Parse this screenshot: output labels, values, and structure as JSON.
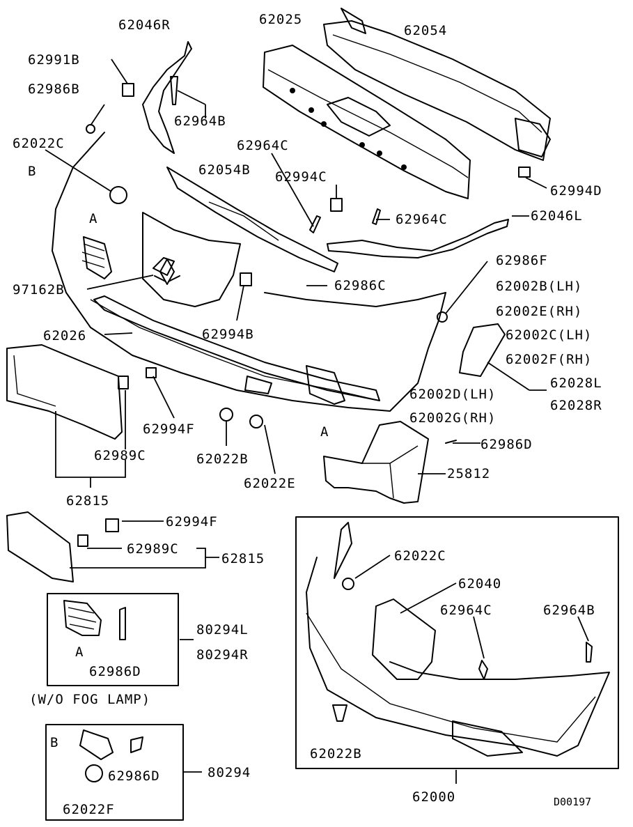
{
  "diagram": {
    "drawing_code": "D00197",
    "note": "(W/O FOG LAMP)",
    "letters": {
      "a": "A",
      "b": "B"
    },
    "labels": {
      "p62046R": "62046R",
      "p62025": "62025",
      "p62054": "62054",
      "p62991B": "62991B",
      "p62986B": "62986B",
      "p62964B_top": "62964B",
      "p62022C_top": "62022C",
      "p62964C_top": "62964C",
      "p62054B": "62054B",
      "p62994C": "62994C",
      "p62994D": "62994D",
      "p62964C_mid": "62964C",
      "p62046L": "62046L",
      "p62986F": "62986F",
      "p97162B": "97162B",
      "p62986C": "62986C",
      "p62002B": "62002B(LH)",
      "p62002E": "62002E(RH)",
      "p62994B": "62994B",
      "p62002C": "62002C(LH)",
      "p62026": "62026",
      "p62002F": "62002F(RH)",
      "p62028L": "62028L",
      "p62002D": "62002D(LH)",
      "p62028R": "62028R",
      "p62002G": "62002G(RH)",
      "p62994F_top": "62994F",
      "p62986D_mid": "62986D",
      "p62989C_top": "62989C",
      "p62022B_mid": "62022B",
      "p25812": "25812",
      "p62022E": "62022E",
      "p62815_top": "62815",
      "p62994F_bot": "62994F",
      "p62989C_bot": "62989C",
      "p62815_bot": "62815",
      "p62022C_box": "62022C",
      "p62040": "62040",
      "p62964C_box": "62964C",
      "p62964B_box": "62964B",
      "p80294L": "80294L",
      "p80294R": "80294R",
      "p62986D_fog": "62986D",
      "p62022B_box": "62022B",
      "p80294": "80294",
      "p62986D_b": "62986D",
      "p62022F": "62022F",
      "p62000": "62000"
    }
  }
}
